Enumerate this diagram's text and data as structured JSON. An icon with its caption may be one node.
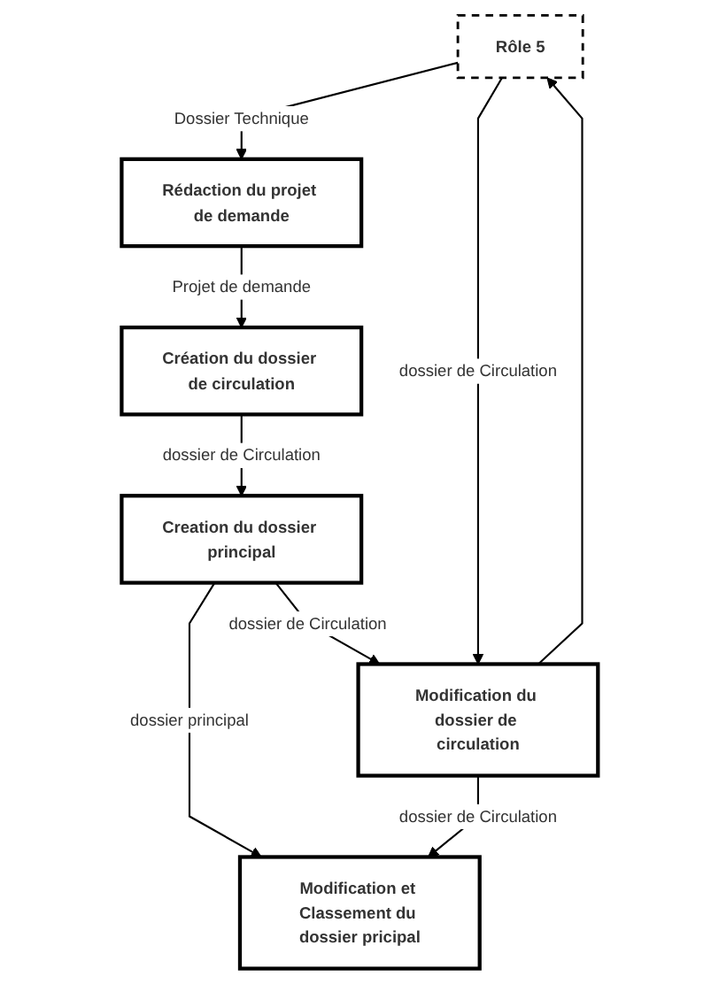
{
  "diagram": {
    "nodes": [
      {
        "text": [
          "Rôle 5"
        ]
      },
      {
        "text": [
          "Rédaction du projet de demande"
        ]
      },
      {
        "text": [
          "Création du dossier de circulation"
        ]
      },
      {
        "text": [
          "Creation du dossier principal"
        ]
      },
      {
        "text": [
          "Modification du dossier de circulation"
        ]
      },
      {
        "text": [
          "Modification et Classement du dossier pricipal"
        ]
      }
    ],
    "edges": [
      {
        "from": 0,
        "to": 1,
        "arrow": "to",
        "label": "Dossier Technique"
      },
      {
        "from": 1,
        "to": 2,
        "arrow": "to",
        "label": "Projet de demande"
      },
      {
        "from": 2,
        "to": 3,
        "arrow": "to",
        "label": "dossier de Circulation"
      },
      {
        "from": 3,
        "to": 4,
        "arrow": "to",
        "label": "dossier de Circulation"
      },
      {
        "from": 3,
        "to": 5,
        "arrow": "to",
        "label": "dossier principal"
      },
      {
        "from": 4,
        "to": 5,
        "arrow": "to",
        "label": "dossier de Circulation"
      },
      {
        "from": 4,
        "to": 0,
        "arrow": "to"
      },
      {
        "from": 0,
        "to": 4,
        "arrow": "to",
        "label": "dossier de Circulation"
      }
    ]
  }
}
